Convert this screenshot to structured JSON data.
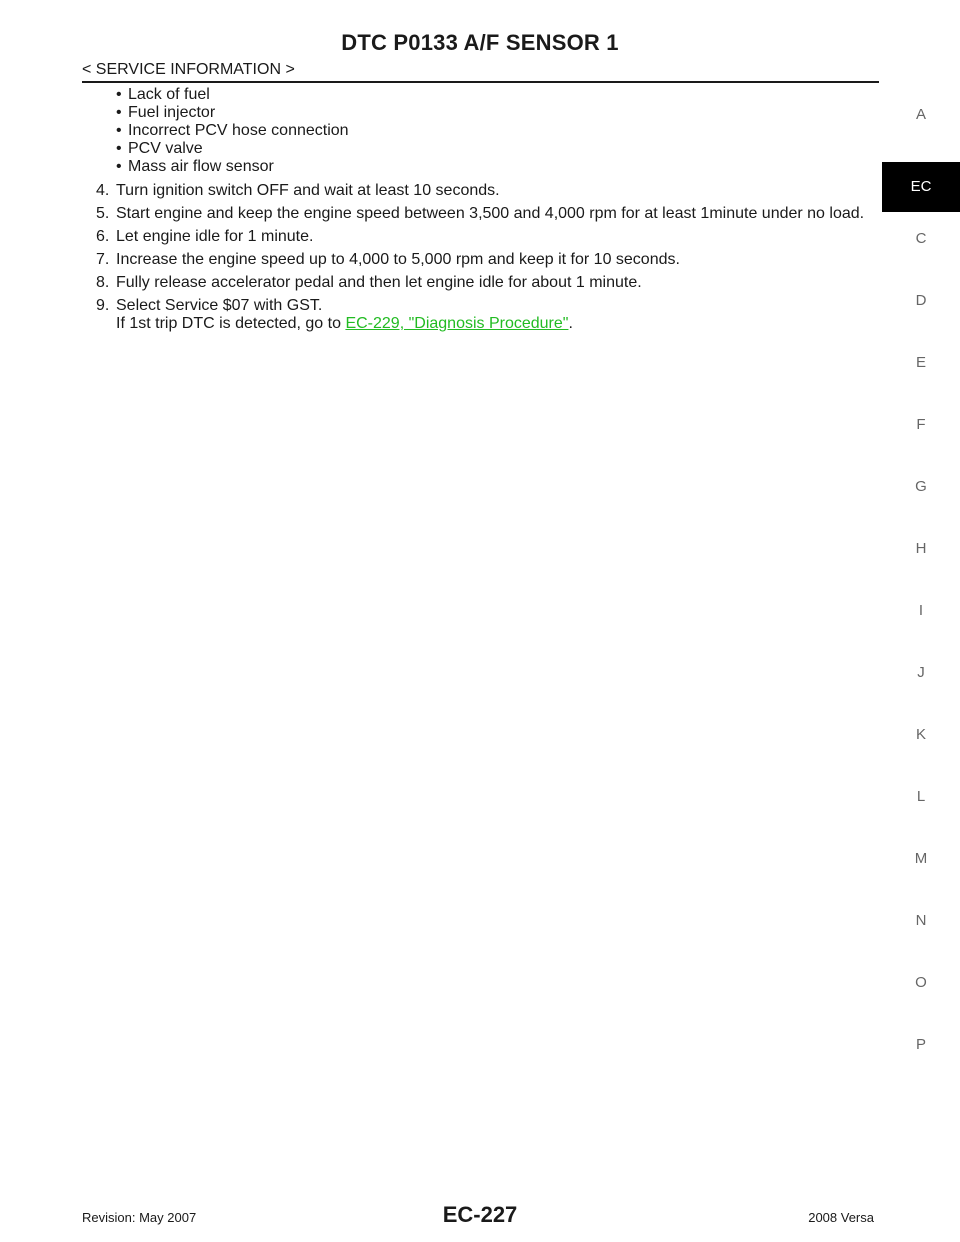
{
  "header": {
    "title": "DTC P0133 A/F SENSOR 1",
    "section": "< SERVICE INFORMATION >"
  },
  "body": {
    "bullets": [
      "Lack of fuel",
      "Fuel injector",
      "Incorrect PCV hose connection",
      "PCV valve",
      "Mass air flow sensor"
    ],
    "steps": [
      {
        "num": "4.",
        "text": "Turn ignition switch OFF and wait at least 10 seconds."
      },
      {
        "num": "5.",
        "text": "Start engine and keep the engine speed between 3,500 and 4,000 rpm for at least 1minute under no load."
      },
      {
        "num": "6.",
        "text": "Let engine idle for 1 minute."
      },
      {
        "num": "7.",
        "text": "Increase the engine speed up to 4,000 to 5,000 rpm and keep it for 10 seconds."
      },
      {
        "num": "8.",
        "text": "Fully release accelerator pedal and then let engine idle for about 1 minute."
      },
      {
        "num": "9.",
        "text": "Select Service $07 with GST.",
        "line2_prefix": "If 1st trip DTC is detected, go to ",
        "link": "EC-229, \"Diagnosis Procedure\"",
        "line2_suffix": "."
      }
    ]
  },
  "side_index": {
    "letters": [
      "A",
      "EC",
      "C",
      "D",
      "E",
      "F",
      "G",
      "H",
      "I",
      "J",
      "K",
      "L",
      "M",
      "N",
      "O",
      "P"
    ],
    "active": "EC"
  },
  "footer": {
    "revision": "Revision: May 2007",
    "page_number": "EC-227",
    "model": "2008 Versa"
  },
  "colors": {
    "link": "#22bb22",
    "active_tab_bg": "#000000"
  }
}
